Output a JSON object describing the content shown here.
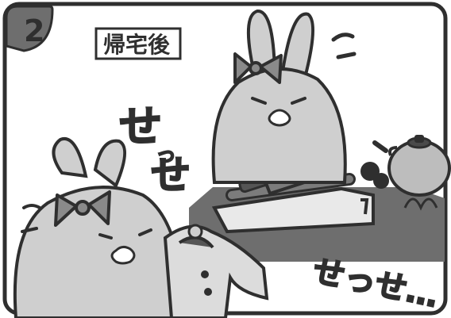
{
  "panel": {
    "number": "2",
    "caption": "帰宅後"
  },
  "sfx": {
    "top_se1": "せ",
    "top_small": "っ",
    "top_se2": "せ",
    "bottom": "せっせ…"
  },
  "colors": {
    "ink": "#2f2f2f",
    "rabbit_fill": "#cfcfcf",
    "bow_fill": "#8a8a8a",
    "counter_fill": "#6e6e6e",
    "board_fill": "#e9e9e9",
    "knife_fill": "#7c7c7c",
    "paper": "#ffffff"
  }
}
